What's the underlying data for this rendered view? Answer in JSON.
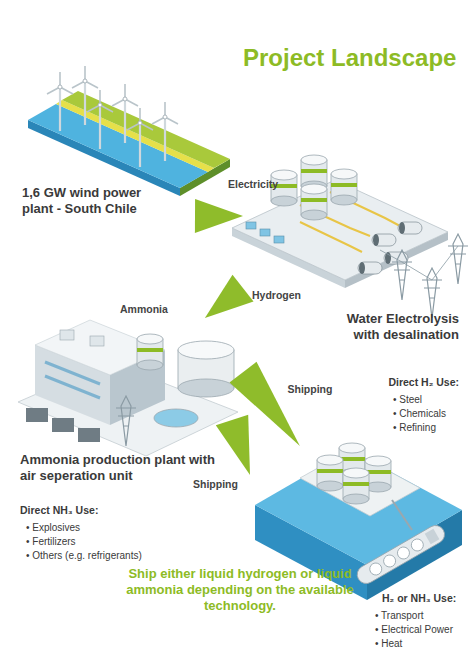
{
  "diagram": {
    "title": "Project Landscape",
    "caption": "Ship either liquid hydrogen or liquid ammonia depending on the available technology.",
    "nodes": [
      {
        "text": [
          "1,6 GW wind power plant - South Chile"
        ]
      },
      {
        "text": [
          "Water Electrolysis with desalination",
          "Direct H₂ Use:",
          "• Steel",
          "• Chemicals",
          "• Refining"
        ]
      },
      {
        "text": [
          "Ammonia production plant with air seperation unit",
          "Direct NH₃ Use:",
          "• Explosives",
          "• Fertilizers",
          "• Others (e.g. refrigerants)"
        ]
      },
      {
        "text": [
          "H₂ or NH₃ Use:",
          "• Transport",
          "• Electrical Power",
          "• Heat"
        ]
      }
    ],
    "edges": [
      {
        "from": 0,
        "to": 1,
        "label": "Electricity",
        "arrow": "to"
      },
      {
        "from": 1,
        "to": 2,
        "label": "Hydrogen",
        "arrow": "to"
      },
      {
        "from": 1,
        "to": 3,
        "label": "Shipping",
        "arrow": "to"
      },
      {
        "from": 2,
        "to": 3,
        "label": "Shipping",
        "arrow": "to"
      }
    ],
    "labels": [
      "Ammonia"
    ]
  }
}
